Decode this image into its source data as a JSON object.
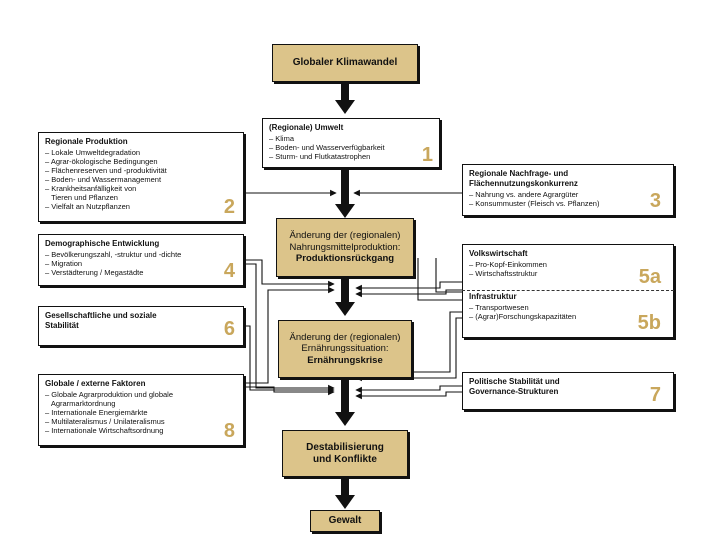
{
  "central": {
    "top": "Globaler Klimawandel",
    "food_line1": "Änderung der (regionalen)",
    "food_line2": "Nahrungsmittelproduktion:",
    "food_line3": "Produktionsrückgang",
    "nutr_line1": "Änderung der (regionalen)",
    "nutr_line2": "Ernährungssituation:",
    "nutr_line3": "Ernährungskrise",
    "destab_line1": "Destabilisierung",
    "destab_line2": "und Konflikte",
    "bottom": "Gewalt"
  },
  "factors": {
    "f1": {
      "title": "(Regionale) Umwelt",
      "items": [
        "– Klima",
        "– Boden- und Wasserverfügbarkeit",
        "– Sturm- und Flutkatastrophen"
      ],
      "num": "1"
    },
    "f2": {
      "title": "Regionale Produktion",
      "items": [
        "– Lokale Umweltdegradation",
        "– Agrar-ökologische Bedingungen",
        "– Flächenreserven und -produktivität",
        "– Boden- und Wassermanagement",
        "– Krankheitsanfälligkeit von",
        "   Tieren und Pflanzen",
        "– Vielfalt an Nutzpflanzen"
      ],
      "num": "2"
    },
    "f3": {
      "title": "Regionale Nachfrage- und",
      "title2": "Flächennutzungskonkurrenz",
      "items": [
        "– Nahrung vs. andere Agrargüter",
        "– Konsummuster (Fleisch vs. Pflanzen)"
      ],
      "num": "3"
    },
    "f4": {
      "title": "Demographische Entwicklung",
      "items": [
        "– Bevölkerungszahl, -struktur und -dichte",
        "– Migration",
        "– Verstädterung / Megastädte"
      ],
      "num": "4"
    },
    "f5a": {
      "title": "Volkswirtschaft",
      "items": [
        "– Pro-Kopf-Einkommen",
        "– Wirtschaftsstruktur"
      ],
      "num": "5a"
    },
    "f5b": {
      "title": "Infrastruktur",
      "items": [
        "– Transportwesen",
        "– (Agrar)Forschungskapazitäten"
      ],
      "num": "5b"
    },
    "f6": {
      "title": "Gesellschaftliche und soziale",
      "title2": "Stabilität",
      "num": "6"
    },
    "f7": {
      "title": "Politische Stabilität und",
      "title2": "Governance-Strukturen",
      "num": "7"
    },
    "f8": {
      "title": "Globale / externe Faktoren",
      "items": [
        "– Globale Agrarproduktion und globale",
        "   Agrarmarktordnung",
        "– Internationale Energiemärkte",
        "– Multilateralismus / Unilateralismus",
        "– Internationale Wirtschaftsordnung"
      ],
      "num": "8"
    }
  },
  "colors": {
    "accent_gold": "#c9a75c",
    "box_gold": "#dcc48a",
    "line": "#111111"
  }
}
